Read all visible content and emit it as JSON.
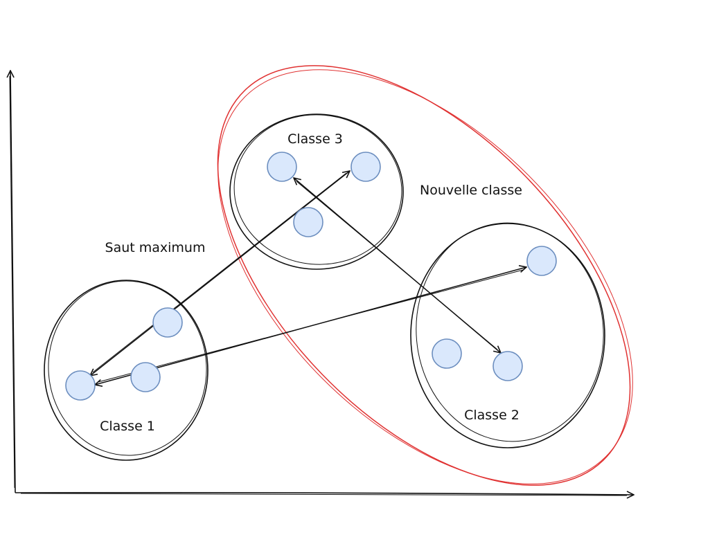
{
  "labels": {
    "class3": "Classe 3",
    "new_class": "Nouvelle classe",
    "max_jump": "Saut maximum",
    "class1": "Classe 1",
    "class2": "Classe 2"
  },
  "colors": {
    "stroke": "#111111",
    "highlight": "#e03131",
    "point_fill": "#dae8fc",
    "point_stroke": "#6c8ebf"
  }
}
